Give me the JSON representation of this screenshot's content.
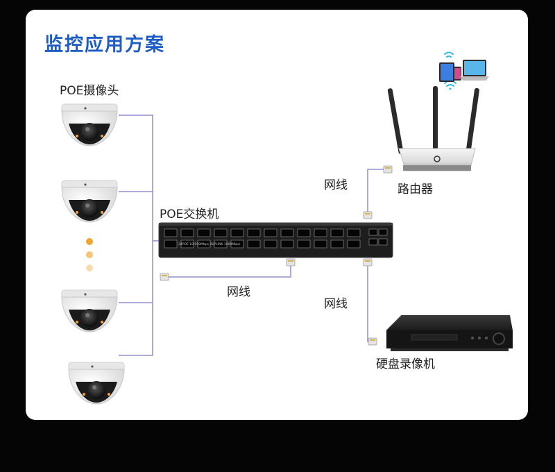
{
  "title": "监控应用方案",
  "labels": {
    "cameras": "POE摄像头",
    "switch": "POE交换机",
    "router": "路由器",
    "nvr": "硬盘录像机",
    "cable_left": "网线",
    "cable_router": "网线",
    "cable_nvr": "网线"
  },
  "switch_panel_text": "24POE 10/100Mbps 2UPLINK 1000Mbps",
  "colors": {
    "title": "#1d5cc4",
    "line": "#8f8fcf",
    "dots": [
      "#f0a530",
      "#f4c47a",
      "#f8dbb0"
    ]
  },
  "icons": [
    "dome-camera-icon",
    "poe-switch-icon",
    "router-icon",
    "nvr-icon",
    "rj45-connector-icon",
    "wifi-icon",
    "tablet-icon",
    "phone-icon",
    "laptop-icon"
  ]
}
